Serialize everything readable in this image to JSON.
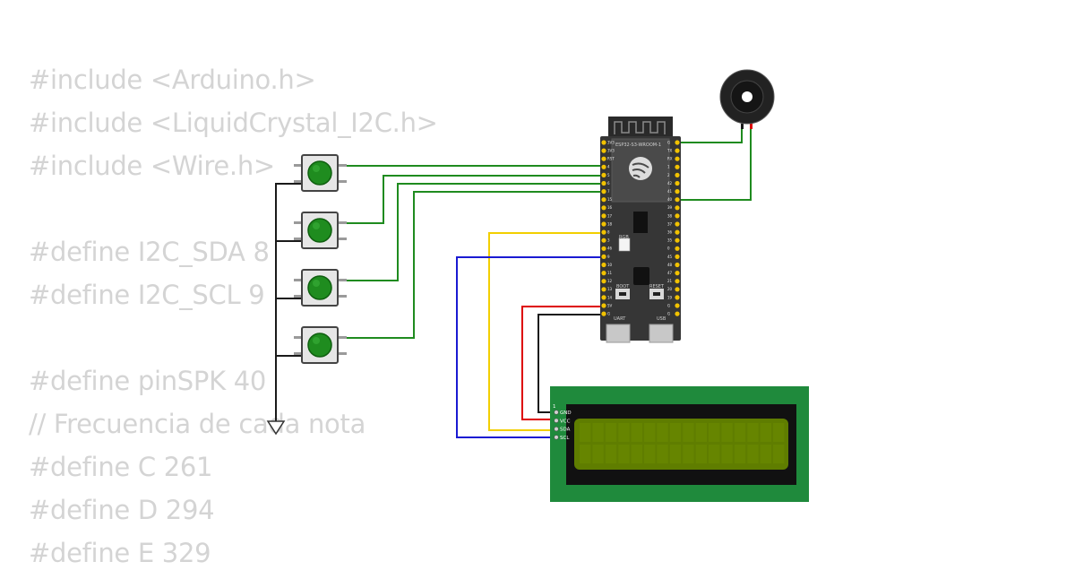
{
  "code_lines": [
    "#include <Arduino.h>",
    "#include <LiquidCrystal_I2C.h>",
    "#include <Wire.h>",
    "",
    "#define I2C_SDA 8",
    "#define I2C_SCL 9",
    "",
    "#define pinSPK 40",
    "// Frecuencia de cada nota",
    "#define C 261",
    "#define D 294",
    "#define E 329"
  ],
  "board": {
    "model": "ESP32-S3-WROOM-1",
    "left_pins": [
      "3V3",
      "3V3",
      "RST",
      "4",
      "5",
      "6",
      "7",
      "15",
      "16",
      "17",
      "18",
      "8",
      "3",
      "46",
      "9",
      "10",
      "11",
      "12",
      "13",
      "14",
      "5V",
      "G"
    ],
    "right_pins": [
      "G",
      "TX",
      "RX",
      "1",
      "2",
      "42",
      "41",
      "40",
      "39",
      "38",
      "37",
      "36",
      "35",
      "0",
      "45",
      "48",
      "47",
      "21",
      "20",
      "19",
      "G",
      "G"
    ],
    "labels": {
      "rgb": "RGB",
      "boot": "BOOT",
      "reset": "RESET",
      "uart": "UART",
      "usb": "USB"
    }
  },
  "lcd": {
    "pins": [
      "GND",
      "VCC",
      "SDA",
      "SCL"
    ],
    "pin1_marker": "1"
  },
  "colors": {
    "wire_green": "#1f8b1f",
    "wire_yellow": "#f2cf00",
    "wire_blue": "#1a1ad2",
    "wire_red": "#dd0000",
    "wire_black": "#1a1a1a",
    "button_green": "#1f8c1f",
    "lcd_pcb": "#1f8a3c",
    "lcd_screen": "#5f7d00",
    "board": "#363636",
    "code_text": "#d4d4d4"
  }
}
